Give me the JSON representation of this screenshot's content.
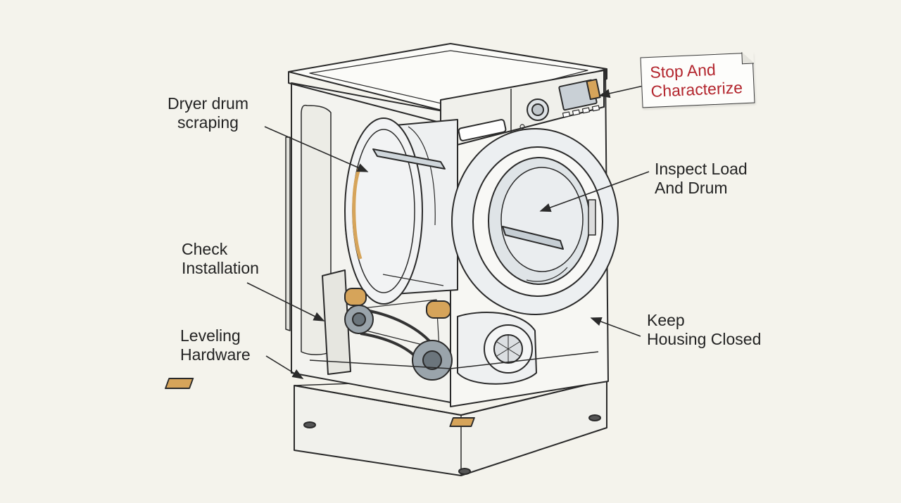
{
  "labels": {
    "dryer_drum": [
      "Dryer drum",
      "scraping"
    ],
    "check_installation": [
      "Check",
      "Installation"
    ],
    "leveling_hardware": [
      "Leveling",
      "Hardware"
    ],
    "inspect_load": [
      "Inspect Load",
      "And Drum"
    ],
    "keep_housing": [
      "Keep",
      "Housing Closed"
    ],
    "stop_note": [
      "Stop And",
      "Characterize"
    ]
  },
  "colors": {
    "background": "#f4f3ec",
    "ink": "#2a2a2a",
    "note_text": "#b3262e",
    "accent_tan": "#d6a45a",
    "metal": "#c9d0d6"
  }
}
